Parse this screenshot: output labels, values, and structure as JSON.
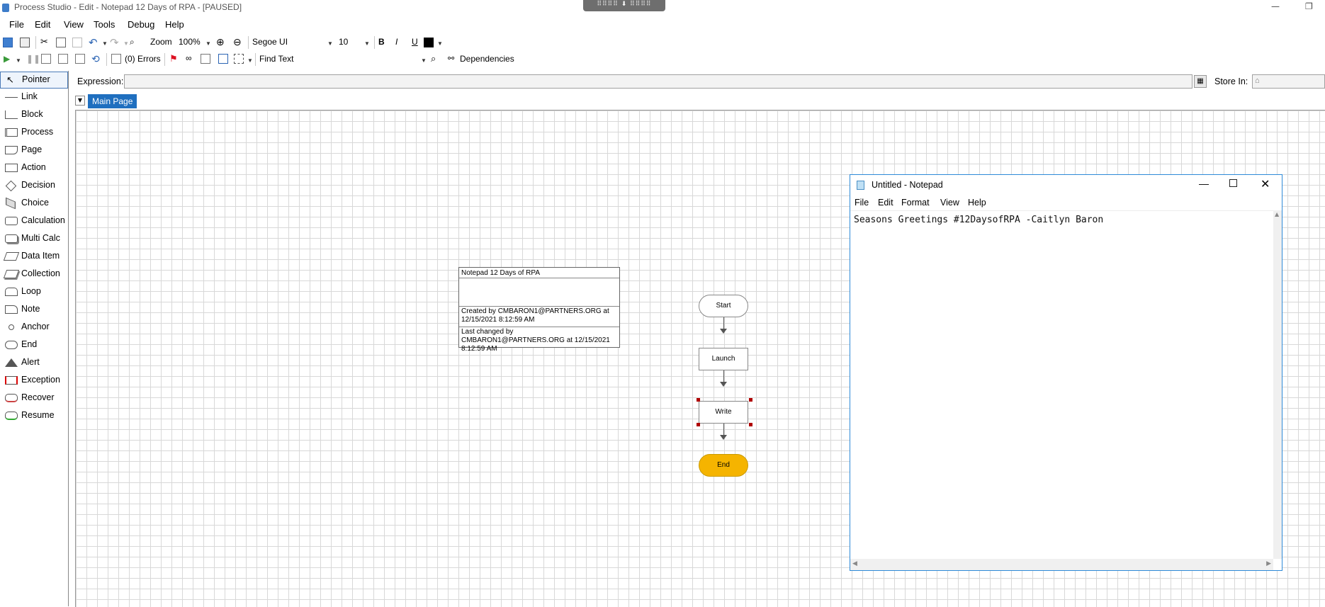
{
  "window": {
    "title": "Process Studio  - Edit - Notepad 12 Days of RPA - [PAUSED]"
  },
  "menu": [
    "File",
    "Edit",
    "View",
    "Tools",
    "Debug",
    "Help"
  ],
  "toolbar1": {
    "zoom_label": "Zoom",
    "zoom_value": "100%",
    "font_name": "Segoe UI",
    "font_size": "10",
    "bold": "B",
    "italic": "I",
    "underline": "U",
    "text_color": "#000000"
  },
  "toolbar2": {
    "errors_label": "(0) Errors",
    "find_text_label": "Find Text",
    "dependencies_label": "Dependencies"
  },
  "palette": [
    {
      "label": "Pointer",
      "icon": "pointer-icon"
    },
    {
      "label": "Link",
      "icon": "link-icon"
    },
    {
      "label": "Block",
      "icon": "block-icon"
    },
    {
      "label": "Process",
      "icon": "process-icon"
    },
    {
      "label": "Page",
      "icon": "page-icon"
    },
    {
      "label": "Action",
      "icon": "action-icon"
    },
    {
      "label": "Decision",
      "icon": "decision-icon"
    },
    {
      "label": "Choice",
      "icon": "choice-icon"
    },
    {
      "label": "Calculation",
      "icon": "calculation-icon"
    },
    {
      "label": "Multi Calc",
      "icon": "multi-calc-icon"
    },
    {
      "label": "Data Item",
      "icon": "data-item-icon"
    },
    {
      "label": "Collection",
      "icon": "collection-icon"
    },
    {
      "label": "Loop",
      "icon": "loop-icon"
    },
    {
      "label": "Note",
      "icon": "note-icon"
    },
    {
      "label": "Anchor",
      "icon": "anchor-icon"
    },
    {
      "label": "End",
      "icon": "end-icon"
    },
    {
      "label": "Alert",
      "icon": "alert-icon"
    },
    {
      "label": "Exception",
      "icon": "exception-icon"
    },
    {
      "label": "Recover",
      "icon": "recover-icon"
    },
    {
      "label": "Resume",
      "icon": "resume-icon"
    }
  ],
  "expression": {
    "label": "Expression:",
    "value": "",
    "store_in_label": "Store In:"
  },
  "tabs": [
    {
      "label": "Main Page",
      "active": true
    }
  ],
  "info_box": {
    "title": "Notepad 12 Days of RPA",
    "created": "Created by CMBARON1@PARTNERS.ORG at 12/15/2021 8:12:59 AM",
    "changed": "Last changed by CMBARON1@PARTNERS.ORG at 12/15/2021 8:12:59 AM"
  },
  "flow": {
    "start": "Start",
    "launch": "Launch",
    "write": "Write",
    "end": "End",
    "end_color": "#f5b400"
  },
  "notepad": {
    "title": "Untitled - Notepad",
    "menu": [
      "File",
      "Edit",
      "Format",
      "View",
      "Help"
    ],
    "content": "Seasons Greetings #12DaysofRPA -Caitlyn Baron"
  }
}
